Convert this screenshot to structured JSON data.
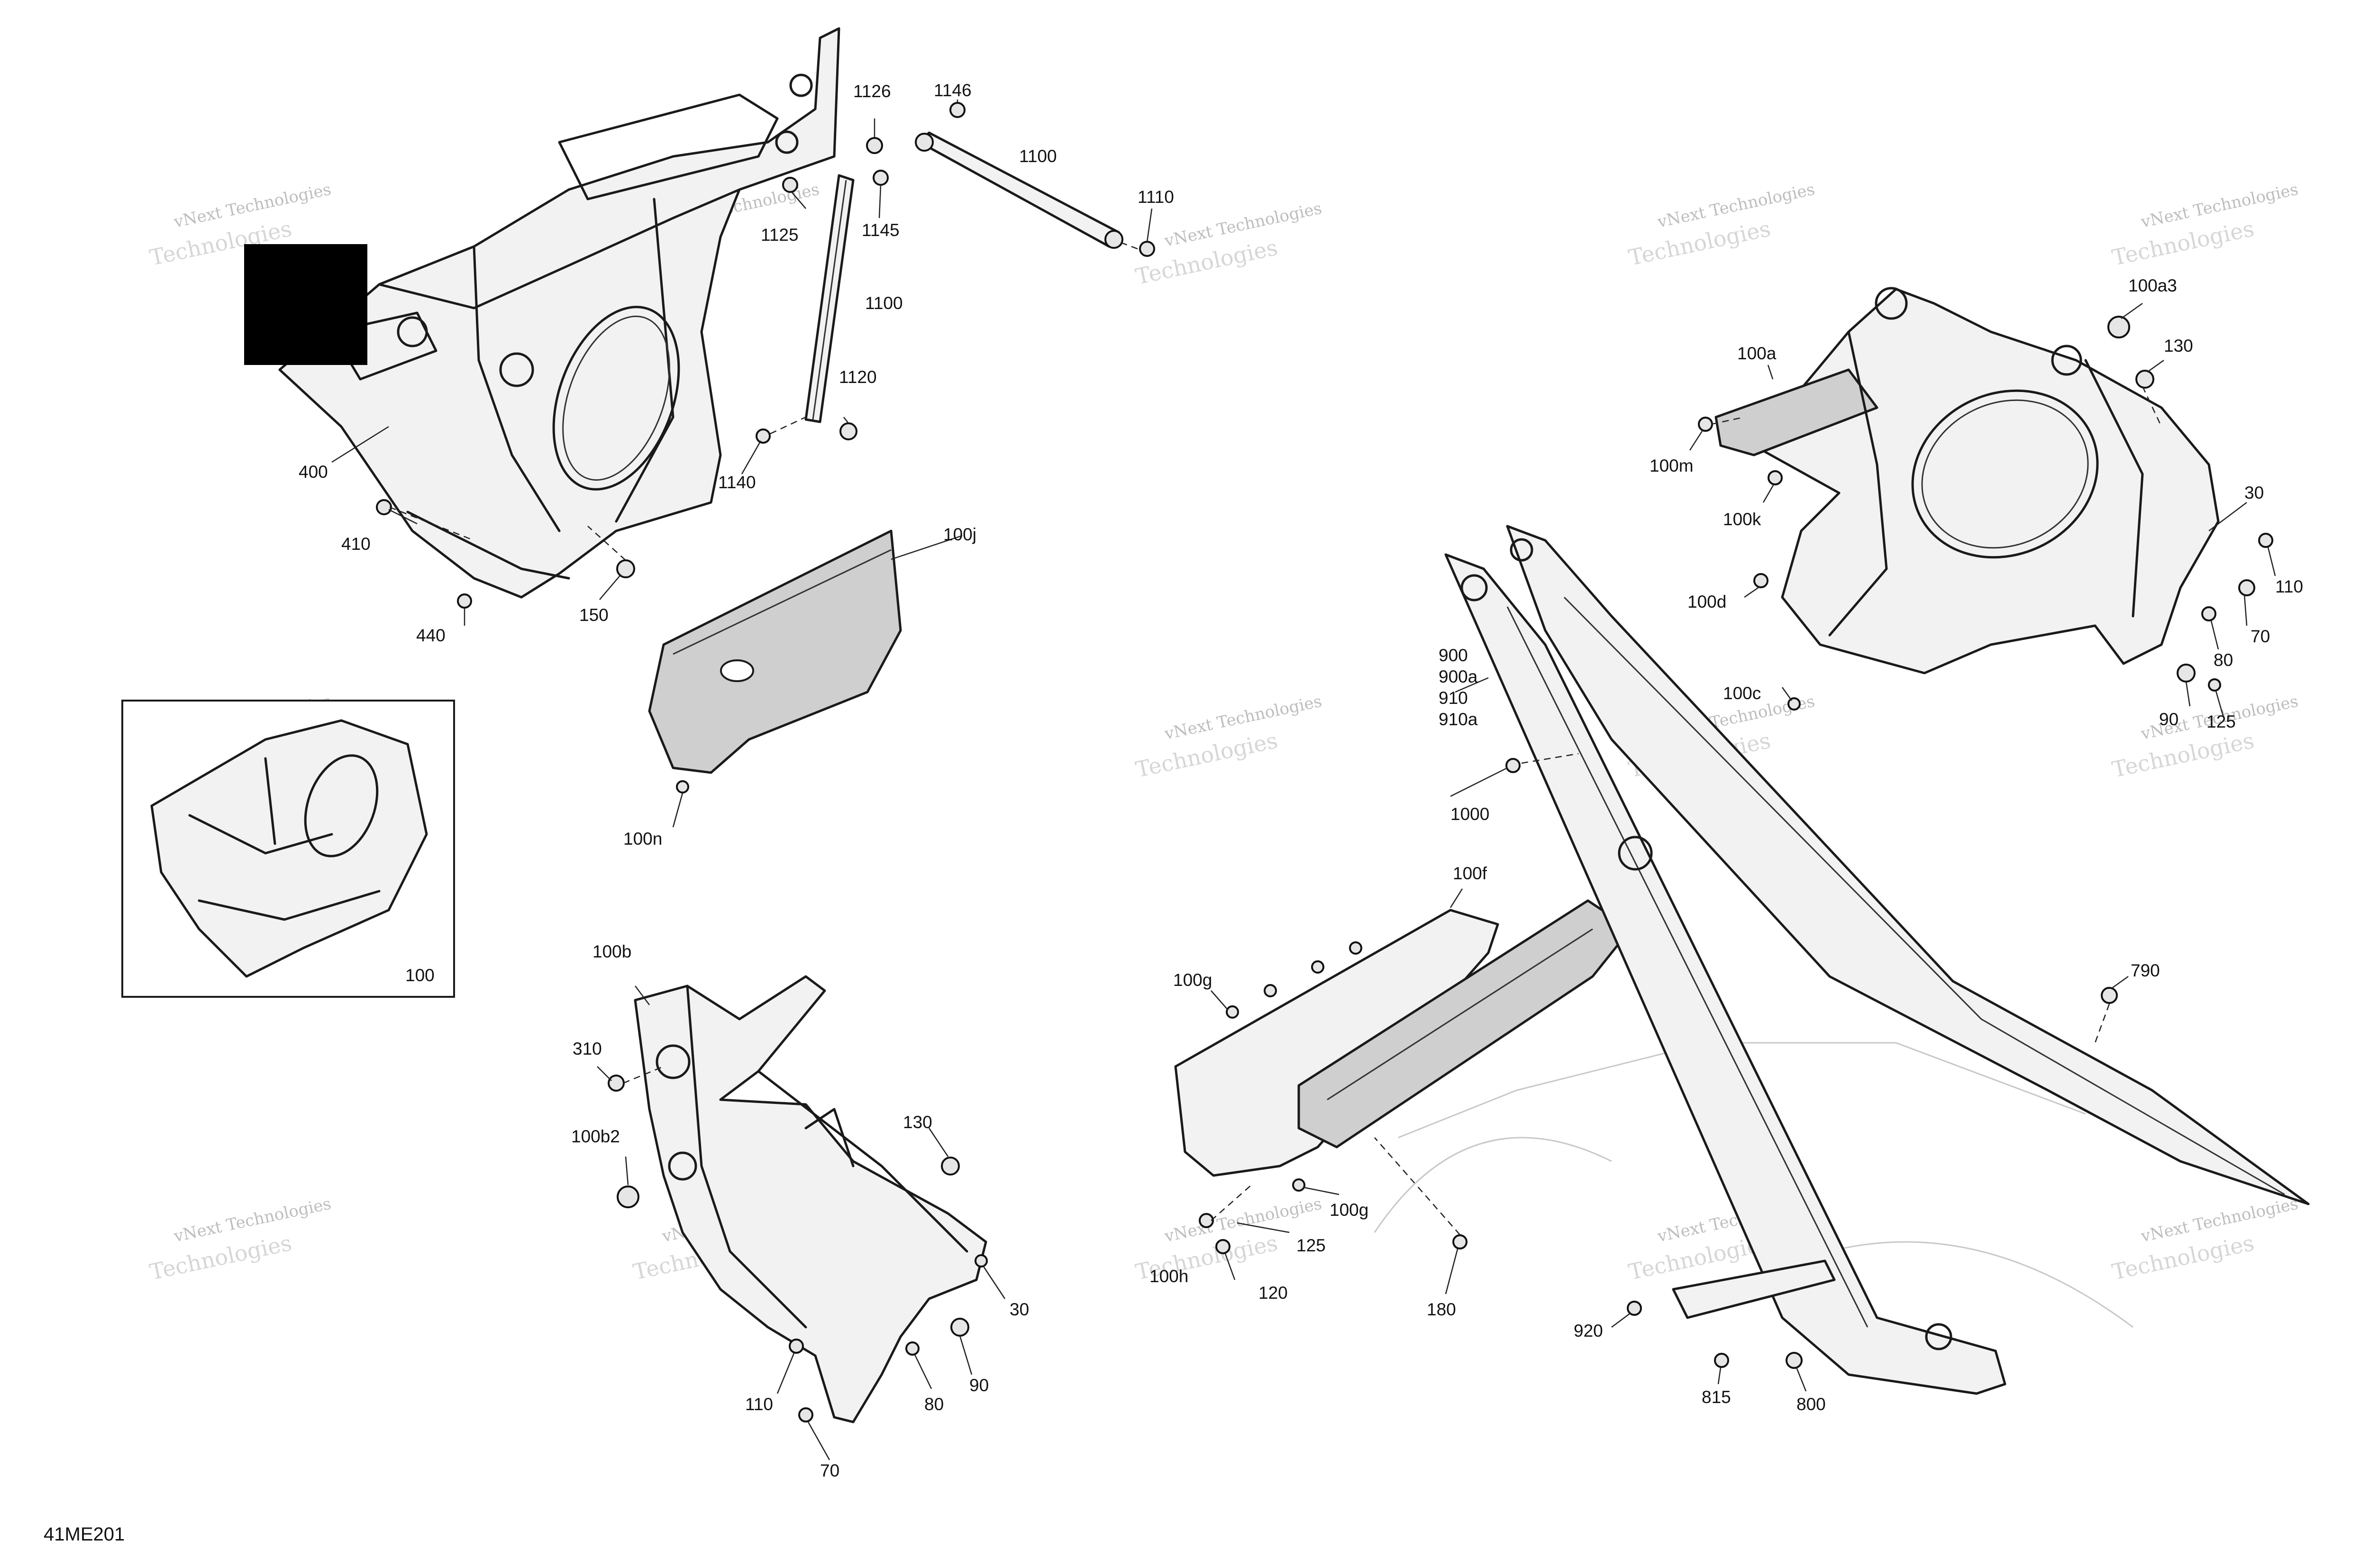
{
  "drawing_id": "41ME201",
  "watermark": {
    "line1": "vNext Technologies",
    "line2": "Technologies",
    "line3": "vNext"
  },
  "callouts": {
    "c1126": "1126",
    "c1146": "1146",
    "c1100_rod": "1100",
    "c1125_top": "1125",
    "c1145": "1145",
    "c1110": "1110",
    "c1100_strut": "1100",
    "c1120": "1120",
    "c1140": "1140",
    "c400": "400",
    "c410": "410",
    "c150": "150",
    "c440": "440",
    "c100j": "100j",
    "c100n": "100n",
    "c100_inset": "100",
    "c100b": "100b",
    "c310": "310",
    "c100b2": "100b2",
    "c130_mid": "130",
    "c30_mid": "30",
    "c90_mid": "90",
    "c80_mid": "80",
    "c110_mid": "110",
    "c70_mid": "70",
    "c100g_top": "100g",
    "c100g_bottom": "100g",
    "c100f": "100f",
    "c125_mid": "125",
    "c100h": "100h",
    "c120": "120",
    "c180": "180",
    "c1000": "1000",
    "c900": "900",
    "c900a": "900a",
    "c910": "910",
    "c910a": "910a",
    "c920": "920",
    "c815": "815",
    "c800": "800",
    "c790": "790",
    "c100a3": "100a3",
    "c130_right": "130",
    "c100a": "100a",
    "c100m": "100m",
    "c100k": "100k",
    "c30_right": "30",
    "c110_right": "110",
    "c100d": "100d",
    "c70_right": "70",
    "c80_right": "80",
    "c100c": "100c",
    "c90_right": "90",
    "c125_right": "125"
  }
}
